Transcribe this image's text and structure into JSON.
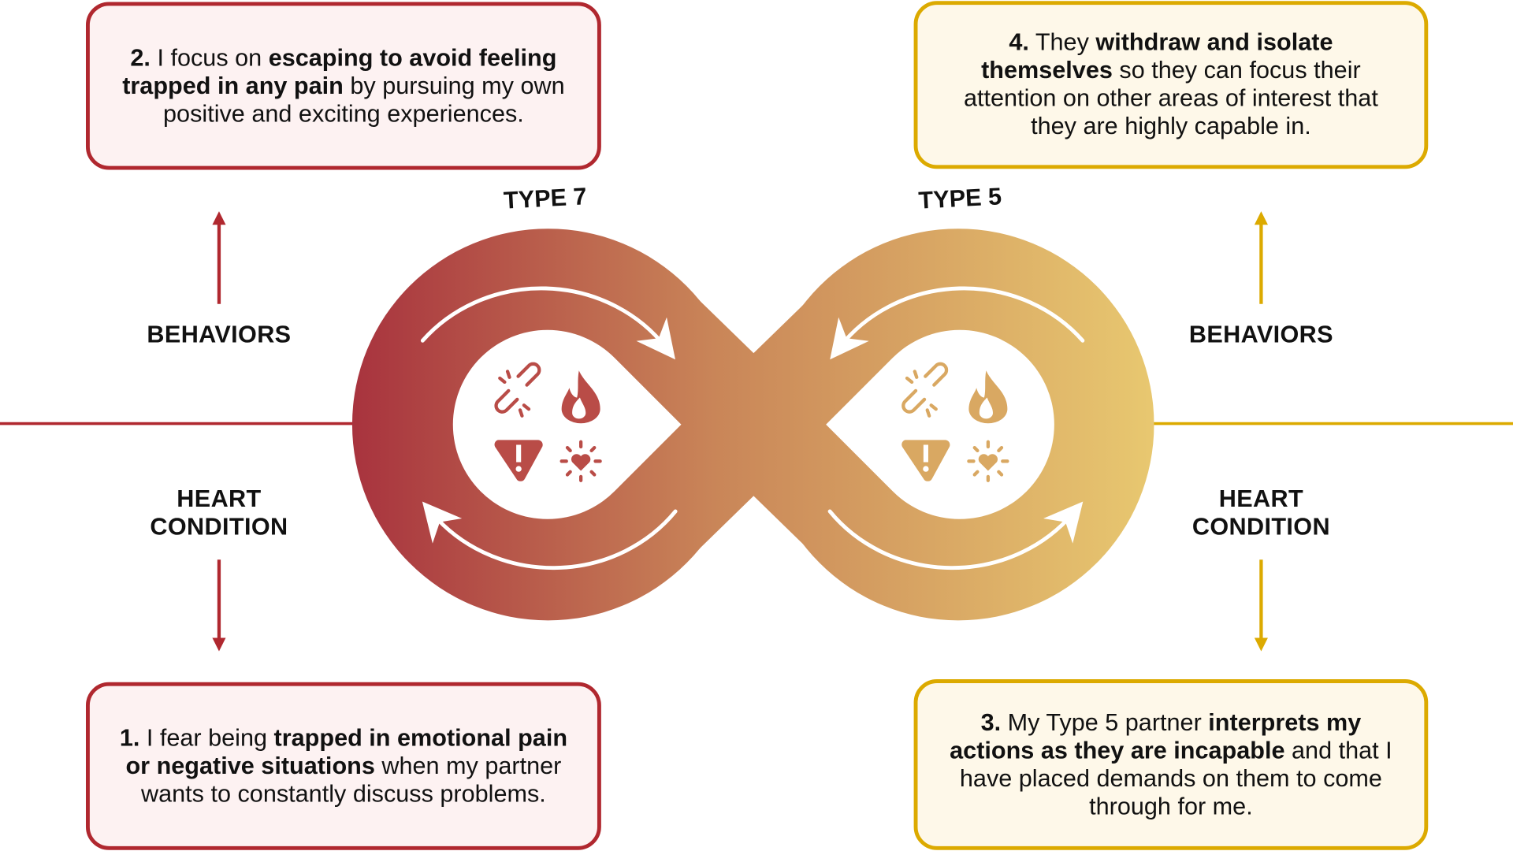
{
  "colors": {
    "red": "#b0282f",
    "gold": "#dcaa00",
    "grad_start": "#a8333e",
    "grad_mid": "#c98558",
    "grad_end": "#e8c870"
  },
  "types": {
    "left": "TYPE 7",
    "right": "TYPE 5"
  },
  "labels": {
    "left_behaviors": "BEHAVIORS",
    "left_heart_1": "HEART",
    "left_heart_2": "CONDITION",
    "right_behaviors": "BEHAVIORS",
    "right_heart_1": "HEART",
    "right_heart_2": "CONDITION"
  },
  "icons": [
    "broken-link-icon",
    "flame-icon",
    "warning-icon",
    "heart-burst-icon"
  ],
  "boxes": [
    {
      "id": "box-2",
      "segments": [
        {
          "t": "2.",
          "b": true
        },
        {
          "t": " I focus on ",
          "b": false
        },
        {
          "t": "escaping to avoid feeling trapped in any pain",
          "b": true
        },
        {
          "t": " by pursuing my own positive and exciting experiences.",
          "b": false
        }
      ]
    },
    {
      "id": "box-4",
      "segments": [
        {
          "t": "4.",
          "b": true
        },
        {
          "t": " They ",
          "b": false
        },
        {
          "t": "withdraw and isolate themselves",
          "b": true
        },
        {
          "t": " so they can focus their attention on other areas of interest that they are highly capable in.",
          "b": false
        }
      ]
    },
    {
      "id": "box-1",
      "segments": [
        {
          "t": "1.",
          "b": true
        },
        {
          "t": " I fear being ",
          "b": false
        },
        {
          "t": "trapped in emotional pain or negative situations",
          "b": true
        },
        {
          "t": " when my partner wants to constantly discuss problems.",
          "b": false
        }
      ]
    },
    {
      "id": "box-3",
      "segments": [
        {
          "t": "3.",
          "b": true
        },
        {
          "t": " My Type 5 partner ",
          "b": false
        },
        {
          "t": "interprets my actions as they are incapable",
          "b": true
        },
        {
          "t": " and that I have placed demands on them to come through for me.",
          "b": false
        }
      ]
    }
  ]
}
